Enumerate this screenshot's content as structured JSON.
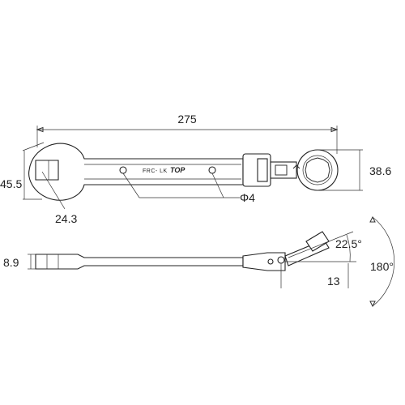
{
  "dimensions": {
    "overall_length": "275",
    "ring_head_width": "38.6",
    "open_head_width": "45.5",
    "open_jaw_size": "24.3",
    "hole_diameter": "Φ4",
    "thickness": "8.9",
    "flex_angle": "22.5°",
    "rotation_angle": "180°",
    "pivot_offset": "13"
  },
  "markings": {
    "model": "FRC- LK",
    "brand": "TOP"
  }
}
